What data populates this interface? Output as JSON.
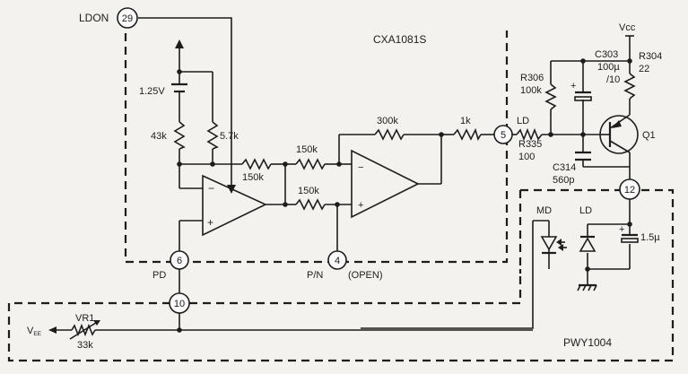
{
  "chips": {
    "main": "CXA1081S",
    "driver": "PWY1004"
  },
  "pins": {
    "ldon": "29",
    "ld": "5",
    "pd": "6",
    "pn": "4",
    "p12": "12",
    "p10": "10"
  },
  "signals": {
    "ldon": "LDON",
    "ld": "LD",
    "pd": "PD",
    "pn": "P/N",
    "open": "(OPEN)",
    "vcc": "Vcc",
    "vee_main": "V",
    "vee_sub": "EE",
    "md": "MD",
    "ld_diode": "LD",
    "q1": "Q1"
  },
  "components": {
    "ref_voltage": "1.25V",
    "r_43k": "43k",
    "r_57k": "5.7k",
    "r_150k_a": "150k",
    "r_150k_b": "150k",
    "r_150k_c": "150k",
    "r_300k": "300k",
    "r_1k": "1k",
    "r306_name": "R306",
    "r306_value": "100k",
    "r335_name": "R335",
    "r335_value": "100",
    "c303_name": "C303",
    "c303_value": "100µ",
    "c303_rating": "/10",
    "r304_name": "R304",
    "r304_value": "22",
    "c314_name": "C314",
    "c314_value": "560p",
    "c_15": "1.5µ",
    "vr1_name": "VR1",
    "vr1_value": "33k"
  },
  "symbols": {
    "minus": "−",
    "plus": "+",
    "cap_plus": "+",
    "cap_plus2": "+"
  }
}
